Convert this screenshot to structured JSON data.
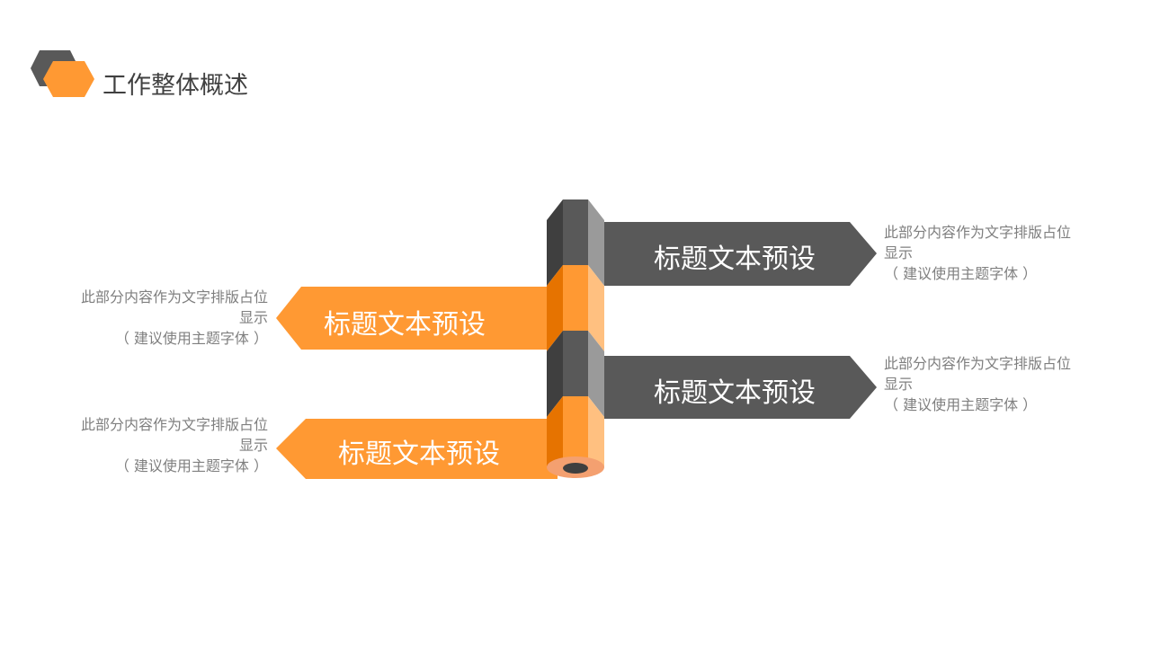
{
  "title": "工作整体概述",
  "colors": {
    "orange": "#ff9933",
    "gray": "#595959"
  },
  "items": [
    {
      "heading": "标题文本预设",
      "desc_line1": "此部分内容作为文字排版占位显示",
      "desc_line2": "（ 建议使用主题字体 ）"
    },
    {
      "heading": "标题文本预设",
      "desc_line1": "此部分内容作为文字排版占位显示",
      "desc_line2": "（ 建议使用主题字体 ）"
    },
    {
      "heading": "标题文本预设",
      "desc_line1": "此部分内容作为文字排版占位显示",
      "desc_line2": "（ 建议使用主题字体 ）"
    },
    {
      "heading": "标题文本预设",
      "desc_line1": "此部分内容作为文字排版占位显示",
      "desc_line2": "（ 建议使用主题字体 ）"
    }
  ]
}
